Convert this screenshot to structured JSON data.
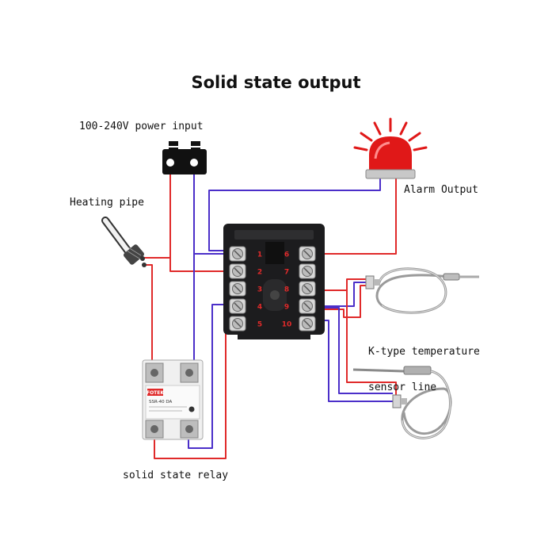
{
  "title": "Solid state output",
  "labels": {
    "power_input": "100-240V power input",
    "heating_pipe": "Heating pipe",
    "alarm_output": "Alarm Output",
    "sensor_line_1": "K-type temperature",
    "sensor_line_2": "sensor line",
    "solid_state_relay": "solid state relay"
  },
  "controller": {
    "left_terminals": [
      "1",
      "2",
      "3",
      "4",
      "5"
    ],
    "right_terminals": [
      "6",
      "7",
      "8",
      "9",
      "10"
    ]
  },
  "ssr": {
    "brand": "FOTEK",
    "model": "SSR-40 DA"
  },
  "colors": {
    "wire_red": "#e02a2a",
    "wire_purple": "#4b2fc9",
    "controller_body": "#1c1c1e",
    "alarm_red": "#e01818"
  }
}
